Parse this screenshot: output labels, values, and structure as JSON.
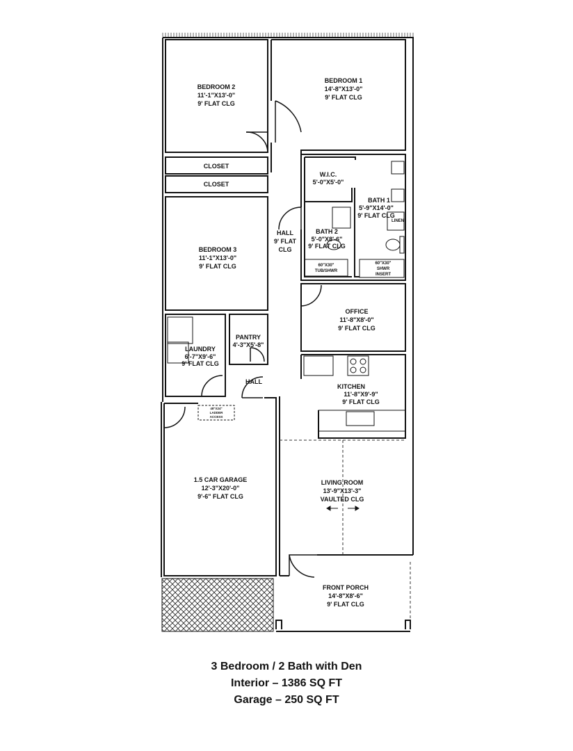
{
  "rooms": {
    "bedroom2": {
      "name": "BEDROOM 2",
      "size": "11'-1\"X13'-0\"",
      "ceiling": "9' FLAT CLG"
    },
    "bedroom1": {
      "name": "BEDROOM 1",
      "size": "14'-8\"X13'-0\"",
      "ceiling": "9' FLAT CLG"
    },
    "closet_a": {
      "name": "CLOSET"
    },
    "closet_b": {
      "name": "CLOSET"
    },
    "wic": {
      "name": "W.I.C.",
      "size": "5'-0\"X5'-0\""
    },
    "bath1": {
      "name": "BATH 1",
      "size": "5'-9\"X14'-0\"",
      "ceiling": "9' FLAT CLG"
    },
    "linen": {
      "name": "LINEN"
    },
    "bath2": {
      "name": "BATH 2",
      "size": "5'-0\"X8'-6\"",
      "ceiling": "9' FLAT CLG"
    },
    "tub": {
      "line1": "60\"X30\"",
      "line2": "TUB/SHWR"
    },
    "shower": {
      "line1": "60\"X30\"",
      "line2": "SHWR",
      "line3": "INSERT"
    },
    "hall_main": {
      "name": "HALL",
      "ceiling1": "9' FLAT",
      "ceiling2": "CLG"
    },
    "bedroom3": {
      "name": "BEDROOM 3",
      "size": "11'-1\"X13'-0\"",
      "ceiling": "9' FLAT CLG"
    },
    "office": {
      "name": "OFFICE",
      "size": "11'-8\"X8'-0\"",
      "ceiling": "9' FLAT CLG"
    },
    "pantry": {
      "name": "PANTRY",
      "size": "4'-3\"X5'-8\""
    },
    "laundry": {
      "name": "LAUNDRY",
      "size": "6'-7\"X9'-6\"",
      "ceiling": "9' FLAT CLG"
    },
    "hall_small": {
      "name": "HALL"
    },
    "kitchen": {
      "name": "KITCHEN",
      "size": "11'-8\"X9'-9\"",
      "ceiling": "9' FLAT CLG"
    },
    "ladder": {
      "line1": "48\"X24\"",
      "line2": "LADDER",
      "line3": "ACCESS"
    },
    "garage": {
      "name": "1.5 CAR GARAGE",
      "size": "12'-3\"X20'-0\"",
      "ceiling": "9'-6\" FLAT CLG"
    },
    "living": {
      "name": "LIVING ROOM",
      "size": "13'-9\"X13'-3\"",
      "ceiling": "VAULTED CLG"
    },
    "porch": {
      "name": "FRONT PORCH",
      "size": "14'-8\"X8'-6\"",
      "ceiling": "9' FLAT CLG"
    }
  },
  "caption": {
    "line1": "3 Bedroom / 2 Bath with Den",
    "line2": "Interior – 1386 SQ FT",
    "line3": "Garage – 250 SQ FT"
  }
}
